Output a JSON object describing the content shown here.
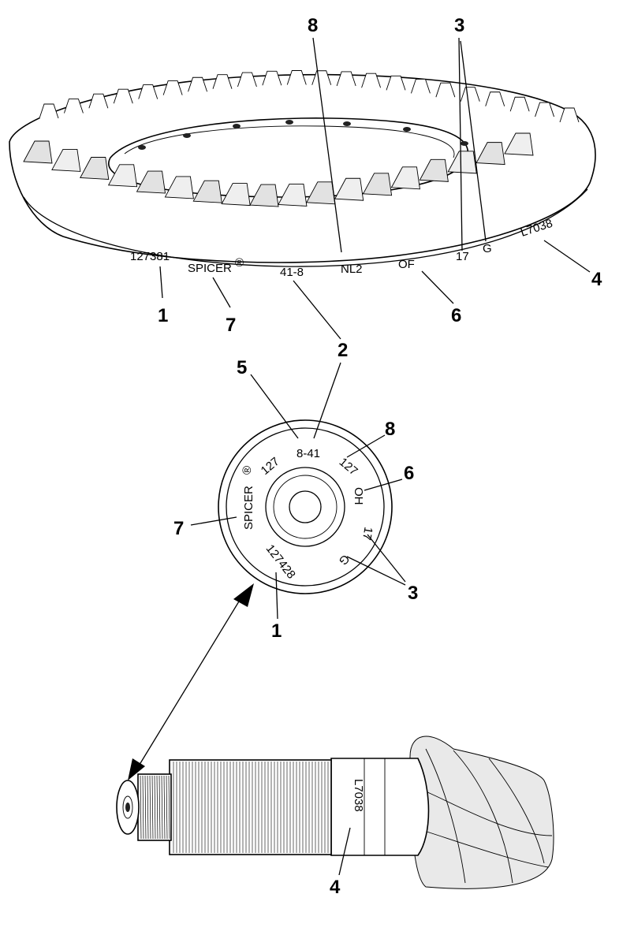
{
  "ring_gear": {
    "markings": {
      "part_number": "127381",
      "brand": "SPICER",
      "registered": "®",
      "ratio": "41-8",
      "nl": "NL2",
      "of": "OF",
      "seventeen": "17",
      "g": "G",
      "lot": "L7038"
    }
  },
  "pinion_face": {
    "markings": {
      "part_number": "127428",
      "brand": "SPICER",
      "registered": "®",
      "ratio": "8-41",
      "left_127": "127",
      "right_127": "127",
      "oh": "OH",
      "seventeen": "17",
      "g": "G"
    }
  },
  "pinion_shaft": {
    "markings": {
      "lot": "L7038"
    }
  },
  "callouts": {
    "c1": "1",
    "c2": "2",
    "c3": "3",
    "c4": "4",
    "c5": "5",
    "c6": "6",
    "c7": "7",
    "c8": "8"
  }
}
